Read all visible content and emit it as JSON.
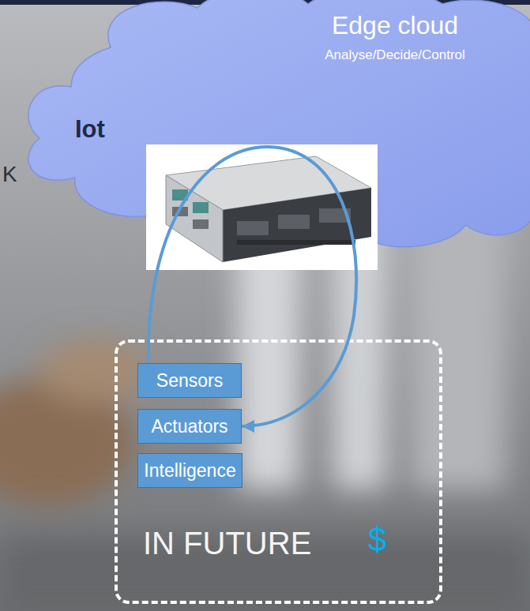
{
  "diagram": {
    "nodes": [
      {
        "text": [
          "Edge cloud",
          "Analyse/Decide/Control"
        ]
      },
      {
        "text": [
          "IN FUTURE"
        ]
      },
      {
        "text": [
          "Sensors"
        ],
        "in": 1
      },
      {
        "text": [
          "Actuators"
        ],
        "in": 1
      },
      {
        "text": [
          "Intelligence"
        ],
        "in": 1
      }
    ],
    "edges": [
      {
        "from": 2,
        "to": 3,
        "arrow": "to"
      }
    ],
    "labels": [
      "Iot",
      "K",
      "$"
    ]
  }
}
